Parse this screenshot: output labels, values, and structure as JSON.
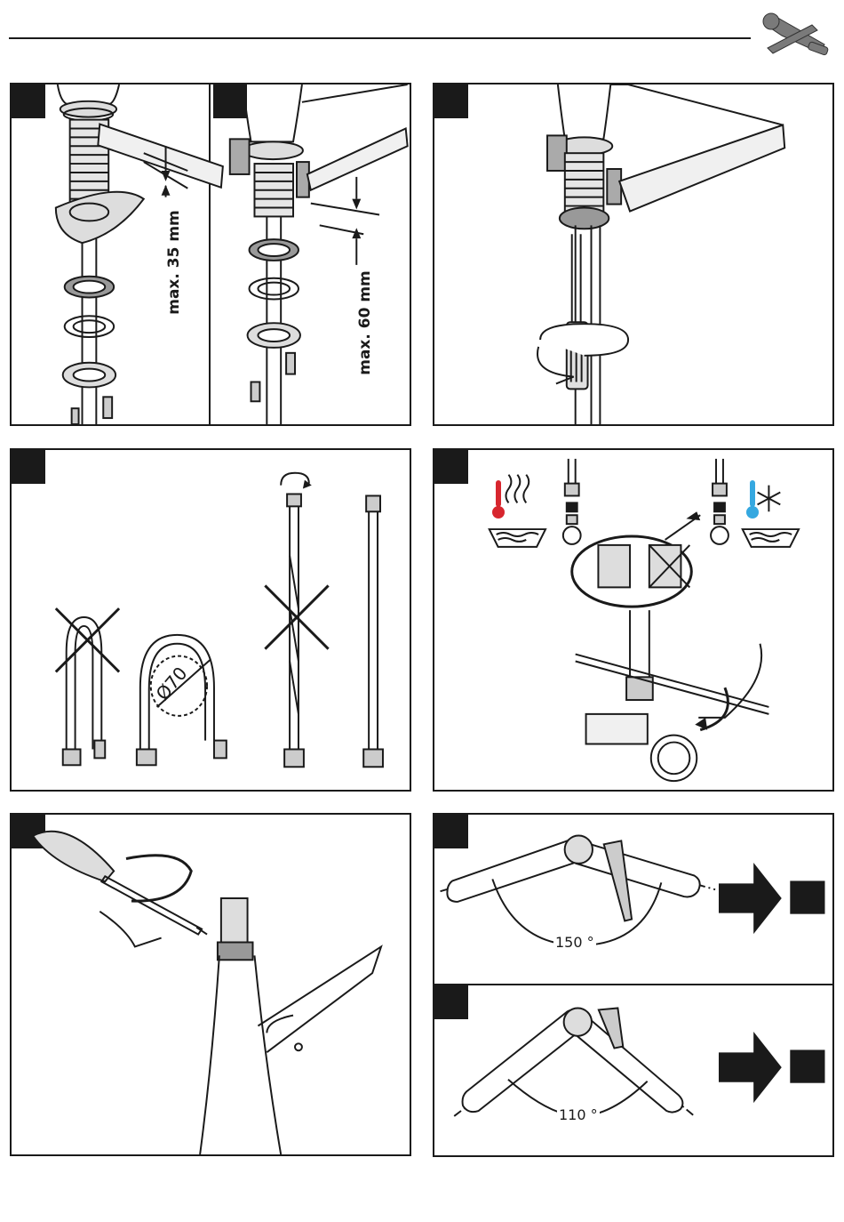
{
  "header": {
    "tools_icon": "wrench-screwdriver-icon"
  },
  "panels": {
    "p1a": {
      "measure": "max. 35 mm"
    },
    "p1b": {
      "measure": "max. 60 mm"
    },
    "p4": {
      "diameter": "Ø70"
    },
    "p7": {
      "angle": "150 °"
    },
    "p8": {
      "angle": "110 °"
    }
  },
  "colors": {
    "line": "#1a1a1a",
    "hot": "#d7262e",
    "cold": "#35a8e0"
  }
}
